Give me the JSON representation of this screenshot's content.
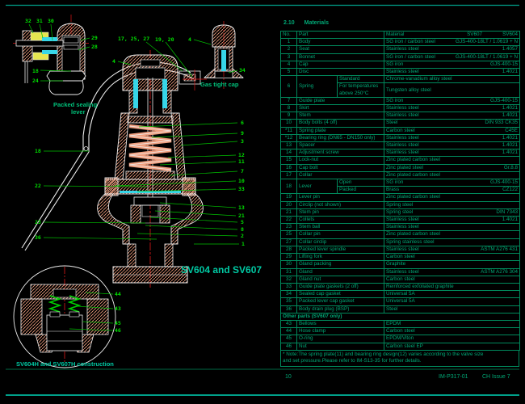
{
  "page": {
    "footer_page_number": "10",
    "footer_doc_ref": "IM-P317-01",
    "footer_issue": "CH Issue 7"
  },
  "colors": {
    "background": "#000000",
    "table_text_green": "#00a876",
    "table_line_green": "#008a5c",
    "callout_green": "#00e000",
    "caption_teal": "#00c9a3",
    "hatch_salmon": "#f0a080",
    "highlight_yellow": "#e6e650",
    "highlight_cyan": "#37d6e8",
    "centerline_red": "#e01818",
    "outline_white": "#eeeeee"
  },
  "table": {
    "section_no": "2.10",
    "section_title": "Materials",
    "headers": {
      "no": "No.",
      "part": "Part",
      "material": "Material",
      "col_sv607": "SV607",
      "col_sv604": "SV604"
    },
    "rows": [
      {
        "no": "1",
        "part": "Body",
        "material": "SG iron / carbon steel",
        "grade": "GJS-400-18LT / 1.0619 + N"
      },
      {
        "no": "2",
        "part": "Seat",
        "material": "Stainless steel",
        "grade": "1.4057"
      },
      {
        "no": "3",
        "part": "Bonnet",
        "material": "SG iron / carbon steel",
        "grade": "GJS-400-18LT / 1.0619 + N"
      },
      {
        "no": "4",
        "part": "Cap",
        "material": "SG iron",
        "grade": "GJS-400-15"
      },
      {
        "no": "5",
        "part": "Disc",
        "material": "Stainless steel",
        "grade": "1.4021"
      },
      {
        "no": "6",
        "part": "Spring",
        "subs": [
          {
            "label": "Standard",
            "material": "Chrome-vanadium alloy steel",
            "grade": ""
          },
          {
            "label": "For temperatures above 250°C",
            "material": "Tungsten alloy steel",
            "grade": ""
          }
        ]
      },
      {
        "no": "7",
        "part": "Guide plate",
        "material": "SG iron",
        "grade": "GJS-400-15"
      },
      {
        "no": "8",
        "part": "Skirt",
        "material": "Stainless steel",
        "grade": "1.4021"
      },
      {
        "no": "9",
        "part": "Stem",
        "material": "Stainless steel",
        "grade": "1.4021"
      },
      {
        "no": "10",
        "part": "Body bolts (4 off)",
        "material": "Steel",
        "grade": "DIN 933 CK35"
      },
      {
        "no": "*11",
        "part": "Spring plate",
        "material": "Carbon steel",
        "grade": "C45E"
      },
      {
        "no": "*12",
        "part": "Bearing ring (DN65 - DN150 only)",
        "material": "Stainless steel",
        "grade": "1.4021"
      },
      {
        "no": "13",
        "part": "Spacer",
        "material": "Stainless steel",
        "grade": "1.4021"
      },
      {
        "no": "14",
        "part": "Adjustment screw",
        "material": "Stainless steel",
        "grade": "1.4021"
      },
      {
        "no": "15",
        "part": "Lock-nut",
        "material": "Zinc plated carbon steel",
        "grade": ""
      },
      {
        "no": "16",
        "part": "Cap bolt",
        "material": "Zinc plated steel",
        "grade": "Gr.8.8"
      },
      {
        "no": "17",
        "part": "Collar",
        "material": "Zinc plated carbon steel",
        "grade": ""
      },
      {
        "no": "18",
        "part": "Lever",
        "subs": [
          {
            "label": "Open",
            "material": "SG iron",
            "grade": "GJS-400-15"
          },
          {
            "label": "Packed",
            "material": "Brass",
            "grade": "CZ122"
          }
        ]
      },
      {
        "no": "19",
        "part": "Lever pin",
        "material": "Zinc plated carbon steel",
        "grade": ""
      },
      {
        "no": "20",
        "part": "Circlip (not shown)",
        "material": "Spring steel",
        "grade": ""
      },
      {
        "no": "21",
        "part": "Stem pin",
        "material": "Spring steel",
        "grade": "DIN 7343"
      },
      {
        "no": "22",
        "part": "Collets",
        "material": "Stainless steel",
        "grade": "1.4021"
      },
      {
        "no": "23",
        "part": "Stem ball",
        "material": "Stainless steel",
        "grade": ""
      },
      {
        "no": "25",
        "part": "Collar pin",
        "material": "Zinc plated carbon steel",
        "grade": ""
      },
      {
        "no": "27",
        "part": "Collar circlip",
        "material": "Spring stainless steel",
        "grade": ""
      },
      {
        "no": "28",
        "part": "Packed lever spindle",
        "material": "Stainless steel",
        "grade": "ASTM A276 431"
      },
      {
        "no": "29",
        "part": "Lifting fork",
        "material": "Carbon steel",
        "grade": ""
      },
      {
        "no": "30",
        "part": "Gland packing",
        "material": "Graphite",
        "grade": ""
      },
      {
        "no": "31",
        "part": "Gland",
        "material": "Stainless steel",
        "grade": "ASTM A276 304"
      },
      {
        "no": "32",
        "part": "Gland nut",
        "material": "Carbon steel",
        "grade": ""
      },
      {
        "no": "33",
        "part": "Guide plate gaskets (2 off)",
        "material": "Reinforced exfoliated graphite",
        "grade": ""
      },
      {
        "no": "34",
        "part": "Sealed cap gasket",
        "material": "Universal 5A",
        "grade": ""
      },
      {
        "no": "35",
        "part": "Packed lever cap gasket",
        "material": "Universal 5A",
        "grade": ""
      },
      {
        "no": "36",
        "part": "Body drain plug (BSP)",
        "material": "Steel",
        "grade": ""
      }
    ],
    "other_parts_title": "Other parts (SV607 only)",
    "other_rows": [
      {
        "no": "43",
        "part": "Bellows",
        "material": "EPDM",
        "grade": ""
      },
      {
        "no": "44",
        "part": "Hose clamp",
        "material": "Carbon steel",
        "grade": ""
      },
      {
        "no": "45",
        "part": "O-ring",
        "material": "EPDM/Viton",
        "grade": ""
      },
      {
        "no": "46",
        "part": "Nut",
        "material": "Carbon steel EP",
        "grade": ""
      }
    ],
    "note_line1": "* Note:The spring plate(11) and bearing ring design(12) varies according to the valve size",
    "note_line2": "and set pressure.Please refer to IM-S13-35 for further details."
  },
  "drawing": {
    "captions": {
      "main": "SV604 and SV607",
      "gas_cap": "Gas tight cap",
      "packed_lever_line1": "Packed sealing",
      "packed_lever_line2": "lever",
      "construction": "SV604H and SV607H construction"
    },
    "callouts": {
      "packed_lever": [
        "32",
        "31",
        "30",
        "29",
        "28",
        "18",
        "24"
      ],
      "main_top": [
        "17, 25, 27",
        "19, 20",
        "4"
      ],
      "gas_cap": [
        "4",
        "34"
      ],
      "main_left": [
        "18",
        "22",
        "23",
        "36"
      ],
      "main_right_upper": [
        "6",
        "9",
        "3",
        "12",
        "11",
        "7",
        "10",
        "33"
      ],
      "main_right_lower": [
        "13",
        "21",
        "5",
        "8",
        "2",
        "1"
      ],
      "construction": [
        "44",
        "43",
        "45",
        "46"
      ]
    }
  }
}
